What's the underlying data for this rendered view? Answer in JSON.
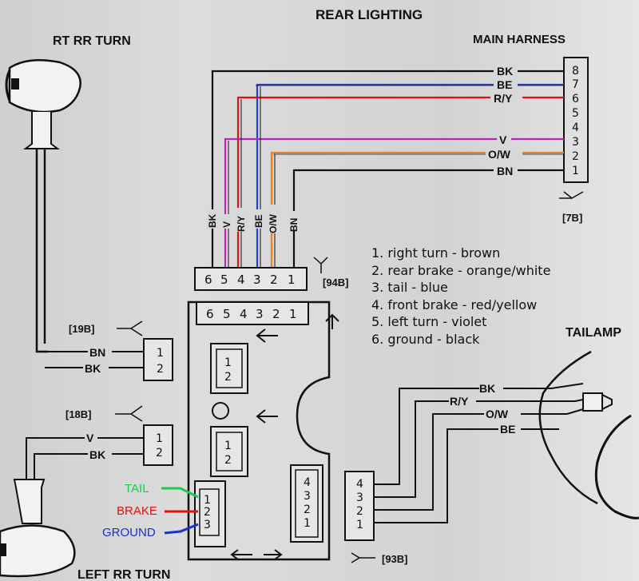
{
  "title": "REAR LIGHTING",
  "labels": {
    "rt_rr_turn": "RT RR TURN",
    "left_rr_turn": "LEFT RR TURN",
    "main_harness": "MAIN HARNESS",
    "tailamp": "TAILAMP"
  },
  "connectors": {
    "c7b": "[7B]",
    "c94b": "[94B]",
    "c19b": "[19B]",
    "c18b": "[18B]",
    "c93b": "[93B]"
  },
  "main_harness_pins": [
    "8",
    "7",
    "6",
    "5",
    "4",
    "3",
    "2",
    "1"
  ],
  "main_harness_wires": [
    {
      "label": "BK",
      "color": "#111111"
    },
    {
      "label": "BE",
      "color": "#1f3fe6"
    },
    {
      "label": "R/Y",
      "color": "#e01010"
    },
    {
      "label": "V",
      "color": "#c020c0"
    },
    {
      "label": "O/W",
      "color": "#f08020"
    },
    {
      "label": "BN",
      "color": "#111111"
    }
  ],
  "vertical_wire_labels": [
    "BK",
    "V",
    "R/Y",
    "BE",
    "O/W",
    "BN"
  ],
  "pins_94b": [
    "6",
    "5",
    "4",
    "3",
    "2",
    "1"
  ],
  "pins_box": [
    "6",
    "5",
    "4",
    "3",
    "2",
    "1"
  ],
  "legend": [
    "1. right turn - brown",
    "2. rear brake - orange/white",
    "3. tail - blue",
    "4. front brake - red/yellow",
    "5. left turn - violet",
    "6. ground - black"
  ],
  "c19b_wires": [
    "BN",
    "BK"
  ],
  "c19b_pins": [
    "1",
    "2"
  ],
  "c18b_wires": [
    "V",
    "BK"
  ],
  "c18b_pins": [
    "1",
    "2"
  ],
  "relay_pins": [
    "1",
    "2"
  ],
  "bottom_pins_a": [
    "1",
    "2",
    "3"
  ],
  "bottom_pins_b": [
    "4",
    "3",
    "2",
    "1"
  ],
  "c93b_pins": [
    "4",
    "3",
    "2",
    "1"
  ],
  "tailamp_wires": [
    "BK",
    "R/Y",
    "O/W",
    "BE"
  ],
  "annotations": [
    {
      "label": "TAIL",
      "color": "#22c84a"
    },
    {
      "label": "BRAKE",
      "color": "#e01010"
    },
    {
      "label": "GROUND",
      "color": "#1a2fd0"
    }
  ]
}
